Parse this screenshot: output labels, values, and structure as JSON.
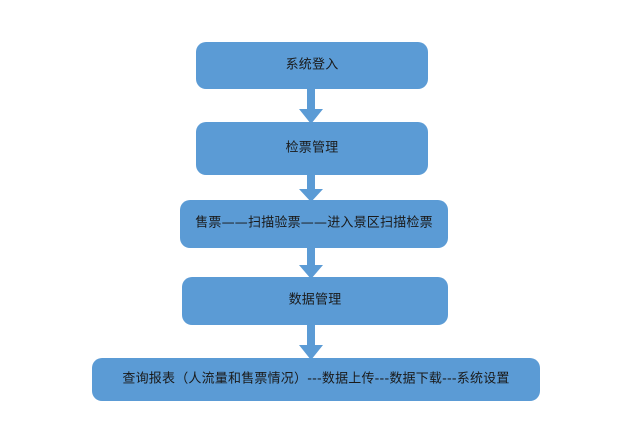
{
  "diagram": {
    "title": "",
    "background_color": "#FFFFFF",
    "node_fill_color": "#5B9BD5",
    "node_text_color": "#1A1A1A",
    "connector_color": "#5B9BD5",
    "orientation": "top-to-bottom",
    "nodes": [
      {
        "id": "login",
        "label": "系统登入",
        "shape": "rounded-rectangle"
      },
      {
        "id": "ticket-management",
        "label": "检票管理",
        "shape": "rounded-rectangle"
      },
      {
        "id": "ticket-flow",
        "label": "售票——扫描验票——进入景区扫描检票",
        "shape": "rounded-rectangle"
      },
      {
        "id": "data-management",
        "label": "数据管理",
        "shape": "rounded-rectangle"
      },
      {
        "id": "functions",
        "label": "查询报表（人流量和售票情况）---数据上传---数据下载---系统设置",
        "shape": "rounded-rectangle"
      }
    ],
    "connectors": [
      {
        "id": "c1",
        "from": "login",
        "to": "ticket-management",
        "style": "block-arrow-down"
      },
      {
        "id": "c2",
        "from": "ticket-management",
        "to": "ticket-flow",
        "style": "block-arrow-down"
      },
      {
        "id": "c3",
        "from": "ticket-flow",
        "to": "data-management",
        "style": "block-arrow-down"
      },
      {
        "id": "c4",
        "from": "data-management",
        "to": "functions",
        "style": "block-arrow-down"
      }
    ]
  }
}
